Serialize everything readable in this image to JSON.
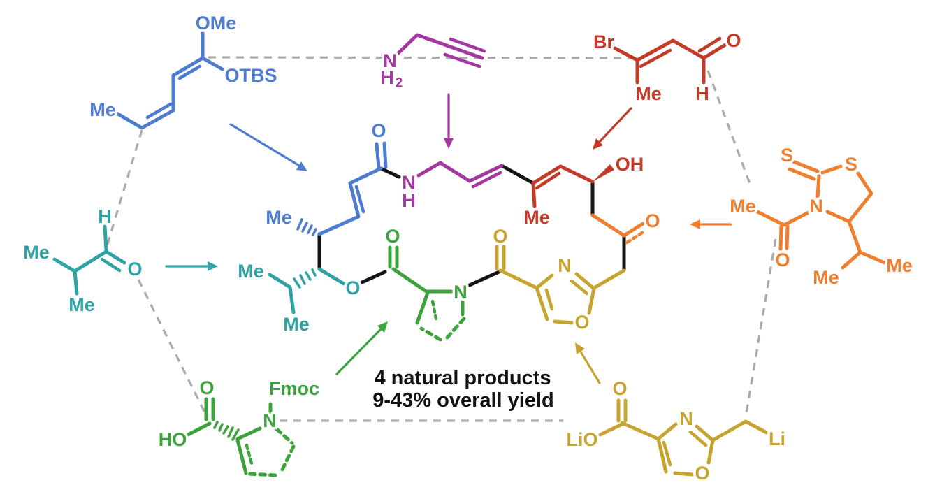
{
  "annotation": {
    "line1": "4 natural products",
    "line2": "9-43% overall yield"
  },
  "palette": {
    "blue": "#4E7CD1",
    "purple": "#A338A0",
    "red": "#C43A26",
    "orange": "#EF7F2F",
    "teal": "#2FA3A4",
    "green": "#3CA33C",
    "gold": "#C7A32F",
    "gray_dashes": "#ABABAB",
    "black_bonds": "#151515"
  },
  "fragments": {
    "dienol_ether": {
      "labels": {
        "ome": "OMe",
        "otbs": "OTBS",
        "me": "Me"
      }
    },
    "propargylamine": {
      "labels": {
        "n": "N",
        "h": "H",
        "sub": "2"
      }
    },
    "bromo_enal": {
      "labels": {
        "br": "Br",
        "o": "O",
        "me": "Me",
        "h": "H"
      }
    },
    "thiazolidinethione": {
      "labels": {
        "s_thione": "S",
        "s_ring": "S",
        "n": "N",
        "me_acyl": "Me",
        "o": "O",
        "me_ipr_left": "Me",
        "me_ipr_right": "Me"
      }
    },
    "isobutyraldehyde": {
      "labels": {
        "h": "H",
        "o": "O",
        "me_top": "Me",
        "me_bottom": "Me"
      }
    },
    "fmoc_pyrroline": {
      "labels": {
        "o": "O",
        "ho": "HO",
        "fmoc": "Fmoc",
        "n": "N"
      }
    },
    "lithio_oxazole": {
      "labels": {
        "o_top": "O",
        "lio": "LiO",
        "n": "N",
        "o_ring": "O",
        "li": "Li"
      }
    }
  },
  "product": {
    "labels": {
      "amide_o": "O",
      "amide_n": "N",
      "amide_h": "H",
      "me_blue": "Me",
      "me_ipr_left": "Me",
      "me_ipr_bottom": "Me",
      "ester_o": "O",
      "ester_co": "O",
      "pyrroline_n": "N",
      "acyl_o": "O",
      "oxazole_n": "N",
      "oxazole_o": "O",
      "me_red": "Me",
      "oh": "OH",
      "ketone_o": "O"
    }
  }
}
